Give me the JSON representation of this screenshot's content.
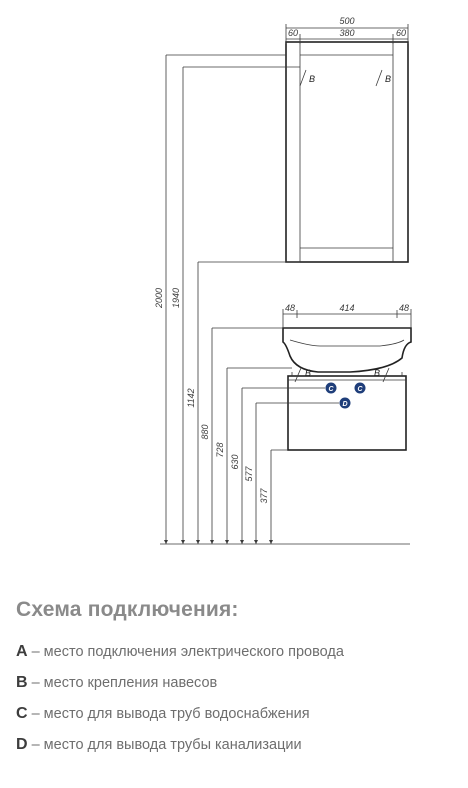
{
  "mirror": {
    "width": "500",
    "left_frame": "60",
    "glass": "380",
    "right_frame": "60"
  },
  "vanity": {
    "left_edge": "48",
    "basin": "414",
    "right_edge": "48"
  },
  "heights": {
    "h2000": "2000",
    "h1940": "1940",
    "h1142": "1142",
    "h880": "880",
    "h728": "728",
    "h630": "630",
    "h577": "577",
    "h377": "377"
  },
  "markers": {
    "b": "B",
    "c": "C",
    "d": "D"
  },
  "caption": {
    "title": "Схема подключения:",
    "items": [
      {
        "key": "A",
        "text": " – место подключения электрического провода"
      },
      {
        "key": "B",
        "text": " – место крепления навесов"
      },
      {
        "key": "C",
        "text": " – место для вывода труб водоснабжения"
      },
      {
        "key": "D",
        "text": " – место для вывода трубы канализации"
      }
    ]
  }
}
